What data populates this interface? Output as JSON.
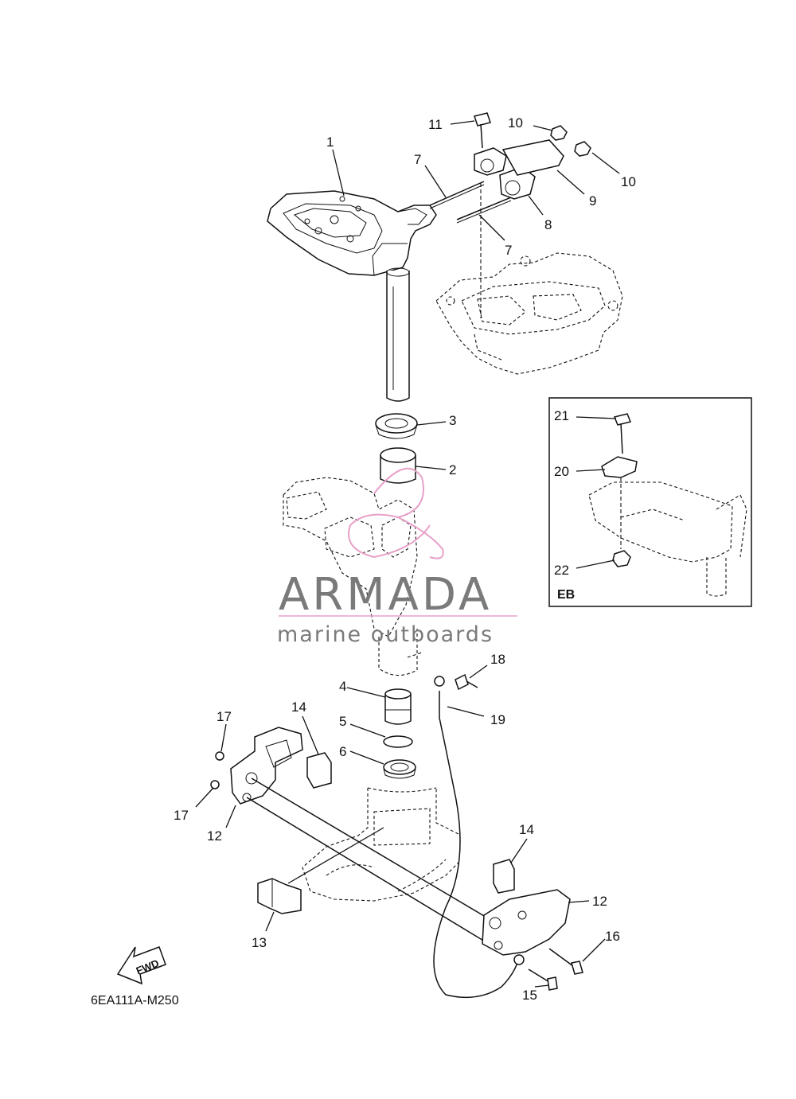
{
  "diagram_code": "6EA111A-M250",
  "inset_label": "EB",
  "fwd_label": "FWD",
  "watermark": {
    "brand": "ARMADA",
    "tagline": "marine outboards",
    "accent_color": "#e8a0c8",
    "text_color": "#7a7a7a"
  },
  "callouts": {
    "c1": "1",
    "c2": "2",
    "c3": "3",
    "c4": "4",
    "c5": "5",
    "c6": "6",
    "c7a": "7",
    "c7b": "7",
    "c8": "8",
    "c9": "9",
    "c10a": "10",
    "c10b": "10",
    "c11": "11",
    "c12a": "12",
    "c12b": "12",
    "c13": "13",
    "c14a": "14",
    "c14b": "14",
    "c15": "15",
    "c16": "16",
    "c17a": "17",
    "c17b": "17",
    "c18": "18",
    "c19": "19",
    "c20": "20",
    "c21": "21",
    "c22": "22"
  }
}
